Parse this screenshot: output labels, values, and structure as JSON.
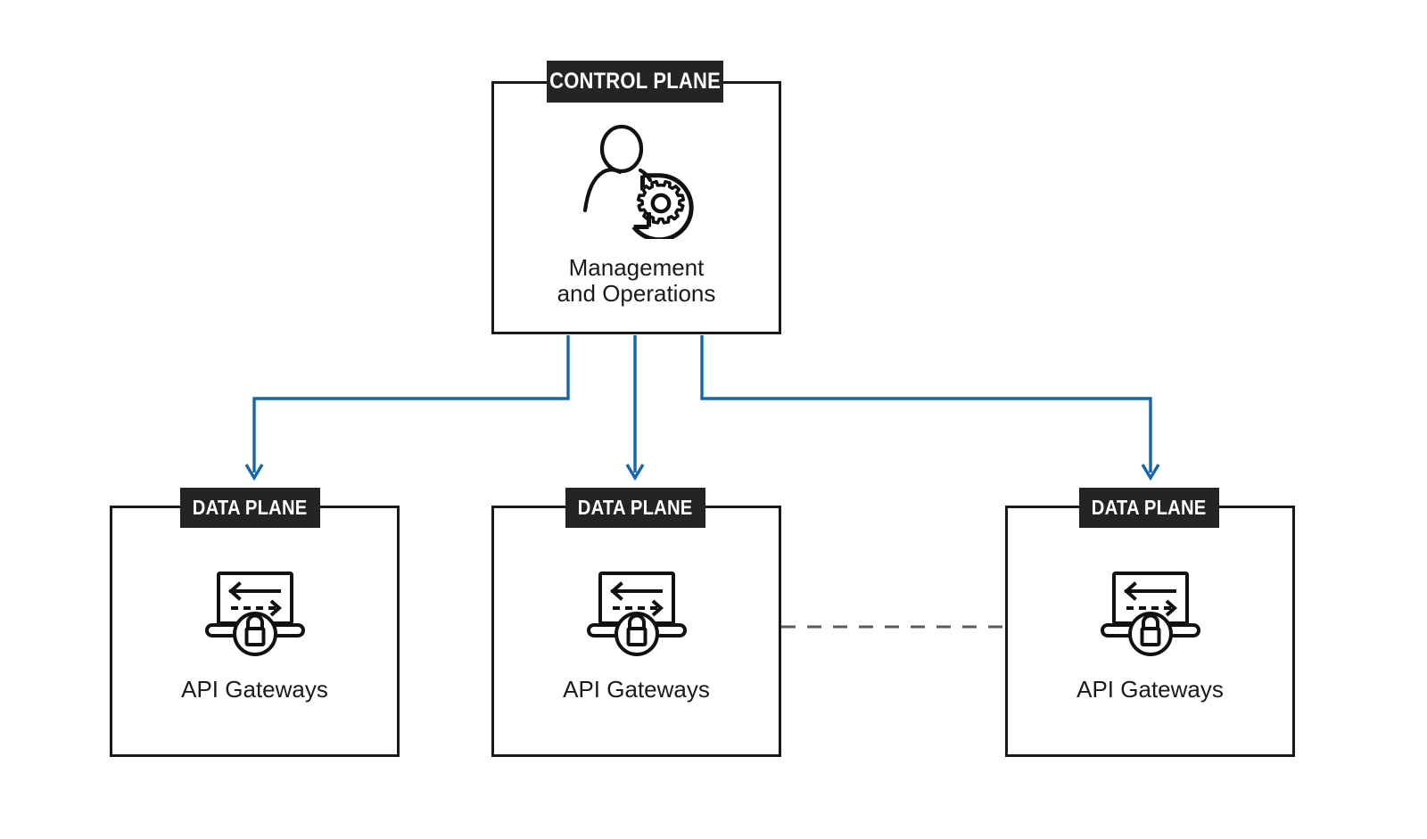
{
  "diagram": {
    "type": "architecture-diagram",
    "accent_color": "#1565ad",
    "box_border_color": "#1a1a1a",
    "tab_background_color": "#242424",
    "tab_text_color": "#ffffff",
    "dashed_link_color": "#5a5a5a",
    "background_color": "#ffffff"
  },
  "control_plane": {
    "tab_label": "CONTROL PLANE",
    "icon": "user-gear-refresh-icon",
    "label": "Management\nand Operations"
  },
  "data_planes": [
    {
      "tab_label": "DATA PLANE",
      "icon": "api-gateway-lock-icon",
      "label": "API Gateways"
    },
    {
      "tab_label": "DATA PLANE",
      "icon": "api-gateway-lock-icon",
      "label": "API Gateways"
    },
    {
      "tab_label": "DATA PLANE",
      "icon": "api-gateway-lock-icon",
      "label": "API Gateways"
    }
  ],
  "connectors": {
    "control_to_data_plane": [
      {
        "from": "control-plane",
        "to": "data-plane-1",
        "style": "solid-arrow",
        "color": "#1565ad"
      },
      {
        "from": "control-plane",
        "to": "data-plane-2",
        "style": "solid-arrow",
        "color": "#1565ad"
      },
      {
        "from": "control-plane",
        "to": "data-plane-3",
        "style": "solid-arrow",
        "color": "#1565ad"
      }
    ],
    "peer_links": [
      {
        "from": "data-plane-2",
        "to": "data-plane-3",
        "style": "dashed",
        "color": "#5a5a5a"
      }
    ]
  }
}
